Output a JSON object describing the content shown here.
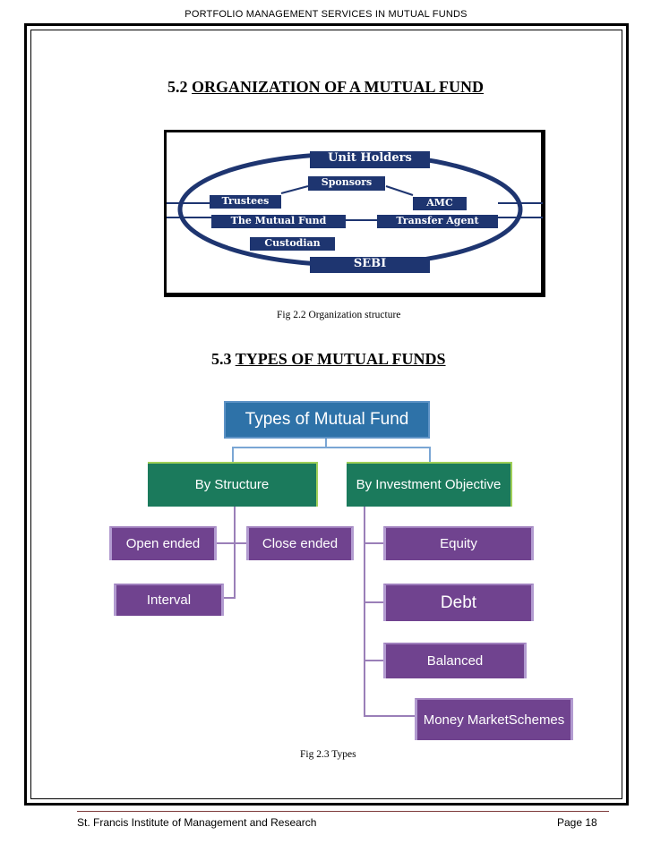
{
  "header": {
    "title": "PORTFOLIO MANAGEMENT SERVICES IN MUTUAL FUNDS"
  },
  "section1": {
    "number": "5.2",
    "title": "ORGANIZATION OF A MUTUAL FUND"
  },
  "org_diagram": {
    "labels": {
      "unit_holders": "Unit Holders",
      "sponsors": "Sponsors",
      "trustees": "Trustees",
      "amc": "AMC",
      "mutual_fund": "The Mutual Fund",
      "transfer_agent": "Transfer Agent",
      "custodian": "Custodian",
      "sebi": "SEBI"
    },
    "caption": "Fig 2.2 Organization structure"
  },
  "section2": {
    "number": "5.3",
    "title": "TYPES OF MUTUAL FUNDS"
  },
  "types_chart": {
    "root": "Types of Mutual Fund",
    "by_structure": "By Structure",
    "by_objective": "By Investment Objective",
    "structure_items": {
      "open": "Open ended",
      "close": "Close ended",
      "interval": "Interval"
    },
    "objective_items": {
      "equity": "Equity",
      "debt": "Debt",
      "balanced": "Balanced",
      "money": "Money MarketSchemes"
    },
    "caption": "Fig 2.3 Types"
  },
  "footer": {
    "institute": "St. Francis Institute of Management and Research",
    "page": "Page 18"
  }
}
